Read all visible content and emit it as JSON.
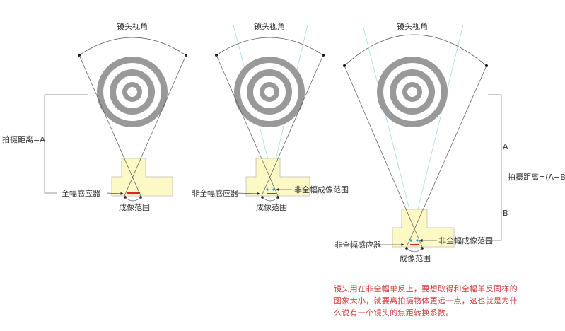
{
  "colors": {
    "body": "#fdf9c4",
    "ring": "#999999",
    "sensor": "#e02020",
    "crop": "#2299dd",
    "crop_line": "#a8dde0"
  },
  "panels": [
    {
      "title": "镜头视角",
      "sensor_label": "全幅感应器",
      "image_label": "成像范围",
      "distance_label": "拍摄距离=A"
    },
    {
      "title": "镜头视角",
      "sensor_label": "非全幅感应器",
      "image_label": "成像范围",
      "crop_label": "非全幅成像范围"
    },
    {
      "title": "镜头视角",
      "sensor_label": "非全幅感应器",
      "image_label": "成像范围",
      "crop_label": "非全幅成像范围",
      "a_label": "A",
      "b_label": "B",
      "distance_label": "拍摄距离=(A+B)"
    }
  ],
  "note": "镜头用在非全幅单反上，要想取得和全幅单反同样的图象大小，就要离拍摄物体更远一点，这也就是为什么说有一个镜头的焦距转换系数。"
}
